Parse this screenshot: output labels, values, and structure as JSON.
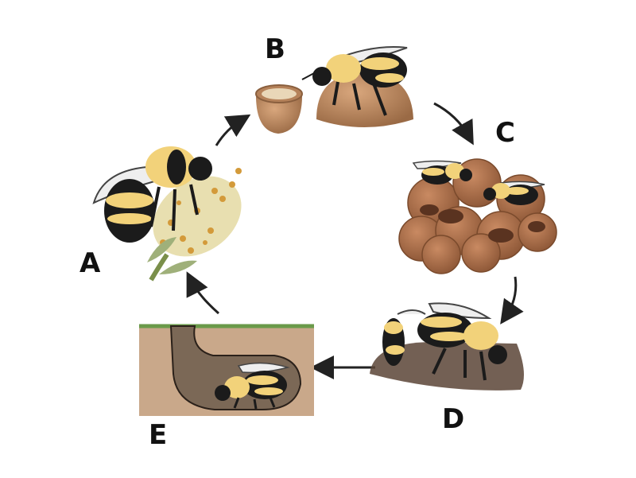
{
  "labels": {
    "a": "A",
    "b": "B",
    "c": "C",
    "d": "D",
    "e": "E"
  },
  "stages": [
    {
      "id": "A",
      "depicts": "bumblebee-on-willow-catkin"
    },
    {
      "id": "B",
      "depicts": "queen-on-brood-clump-with-honey-pot"
    },
    {
      "id": "C",
      "depicts": "workers-on-brood-cells"
    },
    {
      "id": "D",
      "depicts": "bumblebees-mating-on-ground"
    },
    {
      "id": "E",
      "depicts": "queen-hibernating-underground"
    }
  ],
  "colors": {
    "bee_yellow": "#f2d27a",
    "bee_black": "#1b1b1b",
    "wax_brown": "#b5825a",
    "soil": "#c9a88a",
    "grass": "#6a9a4a",
    "arrow": "#222222"
  }
}
